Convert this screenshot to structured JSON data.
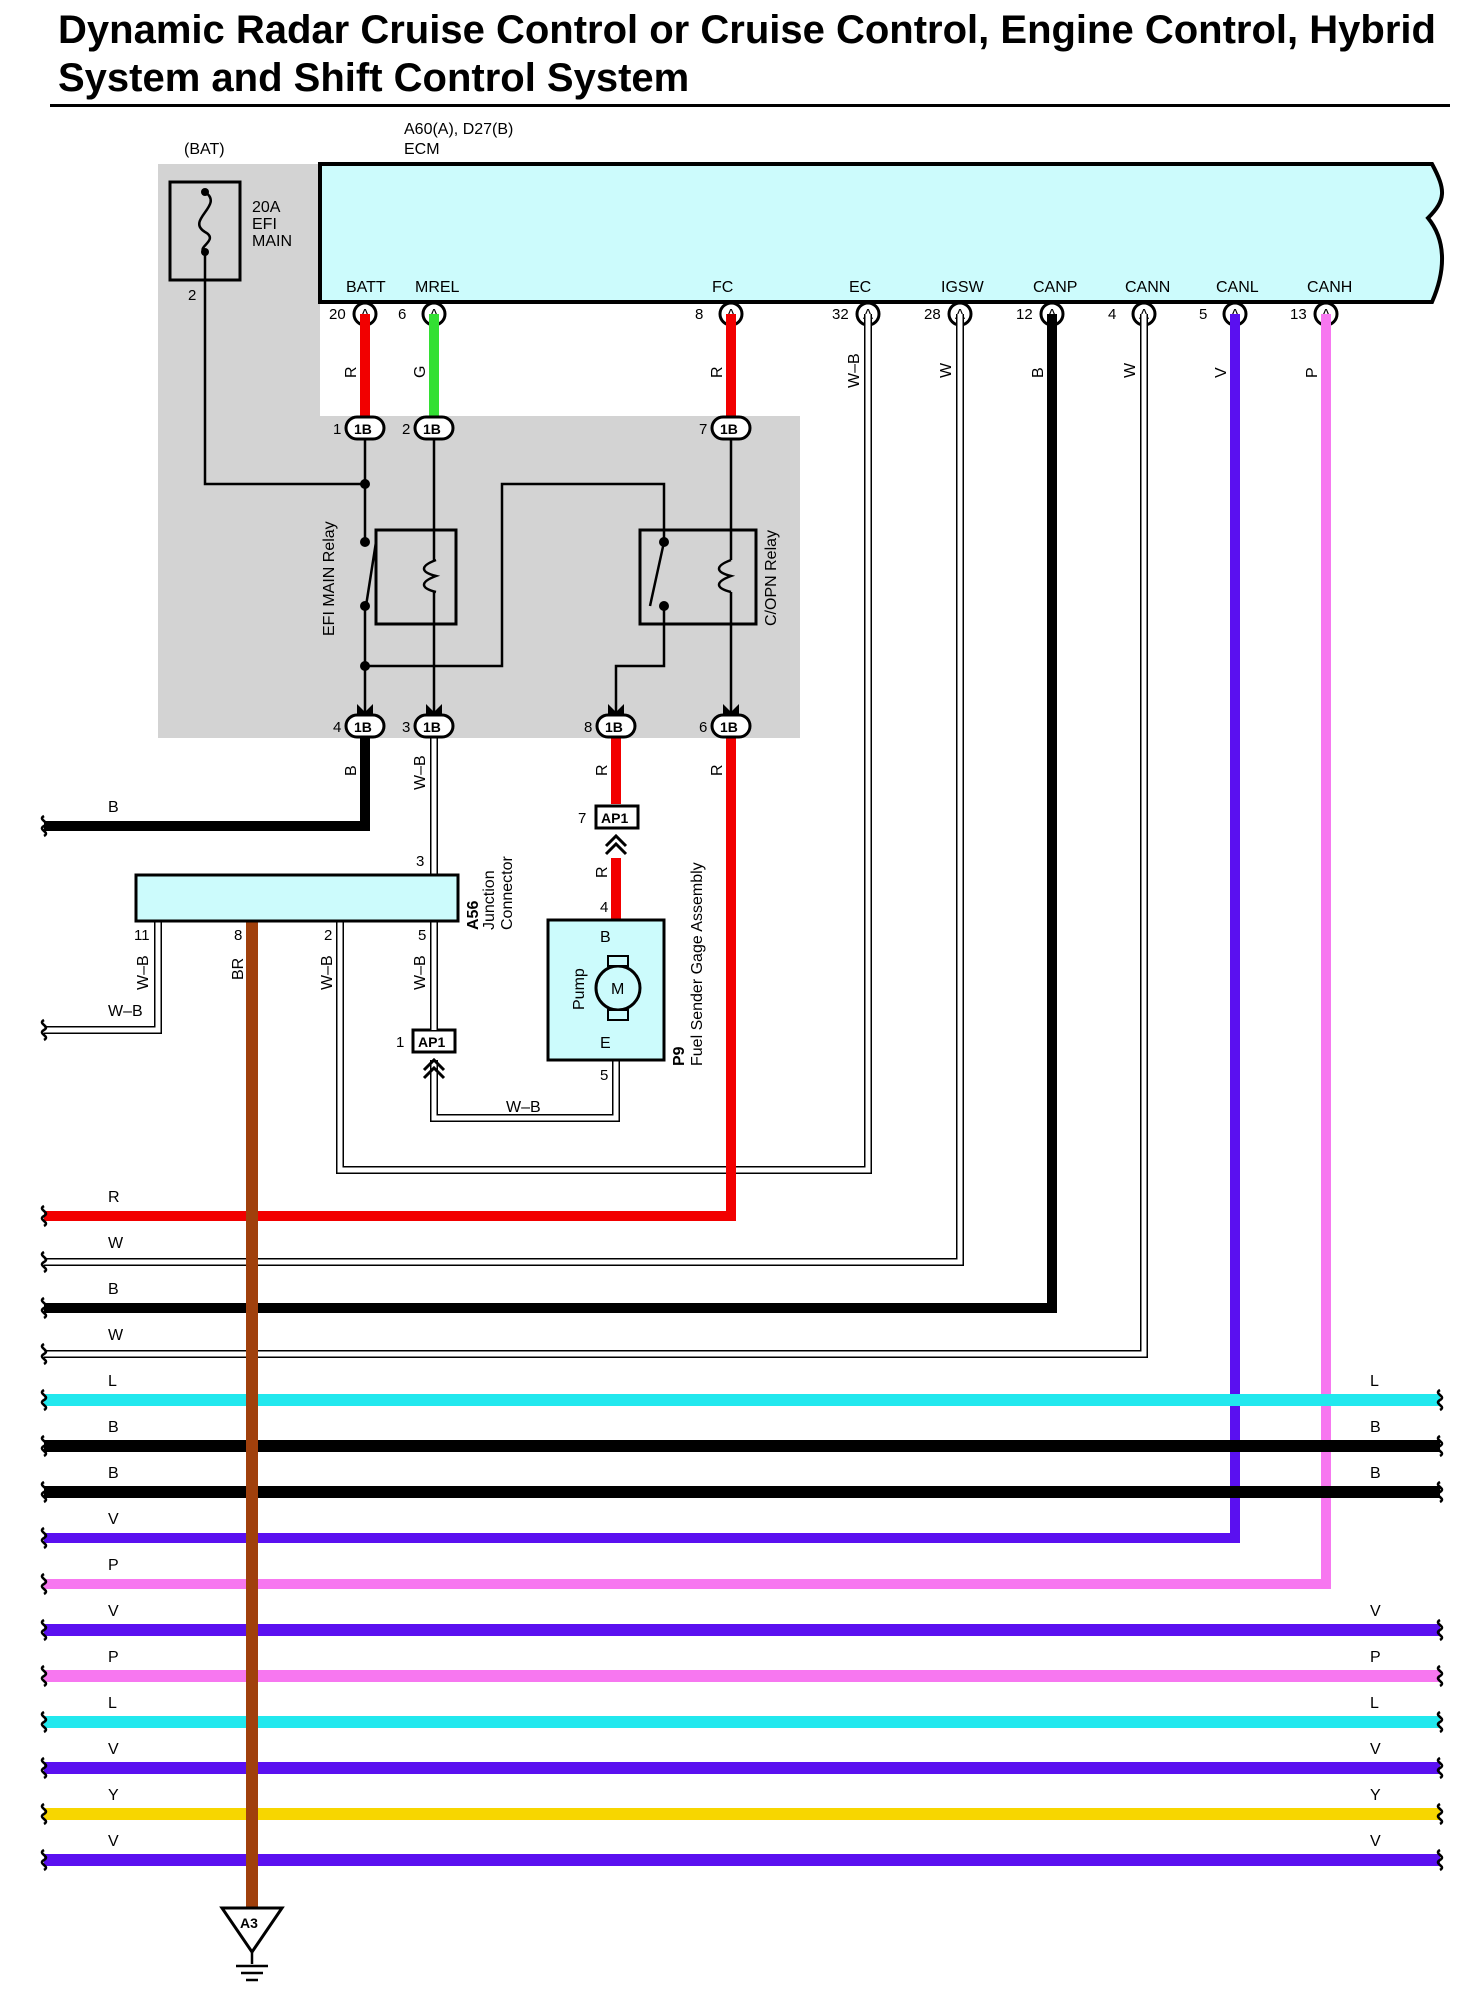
{
  "title": "Dynamic Radar Cruise Control or Cruise Control, Engine Control, Hybrid System and Shift Control System",
  "colors": {
    "R": "#f20000",
    "G": "#33e033",
    "B": "#000000",
    "W": "#ffffff",
    "WB": "#ffffff",
    "L": "#22e8ee",
    "V": "#5a10f0",
    "P": "#f777f0",
    "Y": "#f7d600",
    "BR": "#a0400c",
    "relay_box": "#d3d3d3",
    "ecm_fill": "#ccfbfc",
    "component_fill": "#ccfbfc"
  },
  "battery_label": "(BAT)",
  "fuse": {
    "rating": "20A",
    "name1": "EFI",
    "name2": "MAIN",
    "pin": "2"
  },
  "ecm": {
    "connector_codes": "A60(A), D27(B)",
    "name": "ECM",
    "terminals": [
      {
        "name": "BATT",
        "pin": "20",
        "conn": "A",
        "wire": "R"
      },
      {
        "name": "MREL",
        "pin": "6",
        "conn": "A",
        "wire": "G"
      },
      {
        "name": "FC",
        "pin": "8",
        "conn": "A",
        "wire": "R"
      },
      {
        "name": "EC",
        "pin": "32",
        "conn": "A",
        "wire": "W–B"
      },
      {
        "name": "IGSW",
        "pin": "28",
        "conn": "A",
        "wire": "W"
      },
      {
        "name": "CANP",
        "pin": "12",
        "conn": "A",
        "wire": "B"
      },
      {
        "name": "CANN",
        "pin": "4",
        "conn": "A",
        "wire": "W"
      },
      {
        "name": "CANL",
        "pin": "5",
        "conn": "A",
        "wire": "V"
      },
      {
        "name": "CANH",
        "pin": "13",
        "conn": "A",
        "wire": "P"
      }
    ]
  },
  "relay_block": {
    "connector": "1B",
    "top_pins": [
      "1",
      "2",
      "7"
    ],
    "bottom_pins": [
      "4",
      "3",
      "8",
      "6"
    ],
    "efi_relay_label": "EFI MAIN Relay",
    "copn_relay_label": "C/OPN Relay",
    "bottom_wires": [
      "B",
      "W–B",
      "R",
      "R"
    ]
  },
  "ap1_connector": {
    "name": "AP1",
    "pin_top": "7",
    "pin_bottom": "1"
  },
  "junction": {
    "code": "A56",
    "name1": "Junction",
    "name2": "Connector",
    "pins": [
      "3",
      "11",
      "8",
      "2",
      "5"
    ],
    "wires": [
      "W–B",
      "BR",
      "W–B",
      "W–B"
    ]
  },
  "pump": {
    "code": "P9",
    "name": "Fuel Sender Gage Assembly",
    "label": "Pump",
    "motor": "M",
    "terminal_b": "B",
    "terminal_e": "E",
    "pin_b": "4",
    "pin_e": "5",
    "wire_in": "R",
    "wire_out": "W–B"
  },
  "left_wires": [
    "B",
    "W–B",
    "R",
    "W",
    "B",
    "W",
    "L",
    "B",
    "B",
    "V",
    "P",
    "V",
    "P",
    "L",
    "V",
    "Y",
    "V"
  ],
  "right_wires": [
    "L",
    "B",
    "B",
    "V",
    "P",
    "L",
    "V",
    "Y",
    "V"
  ],
  "ground": "A3"
}
